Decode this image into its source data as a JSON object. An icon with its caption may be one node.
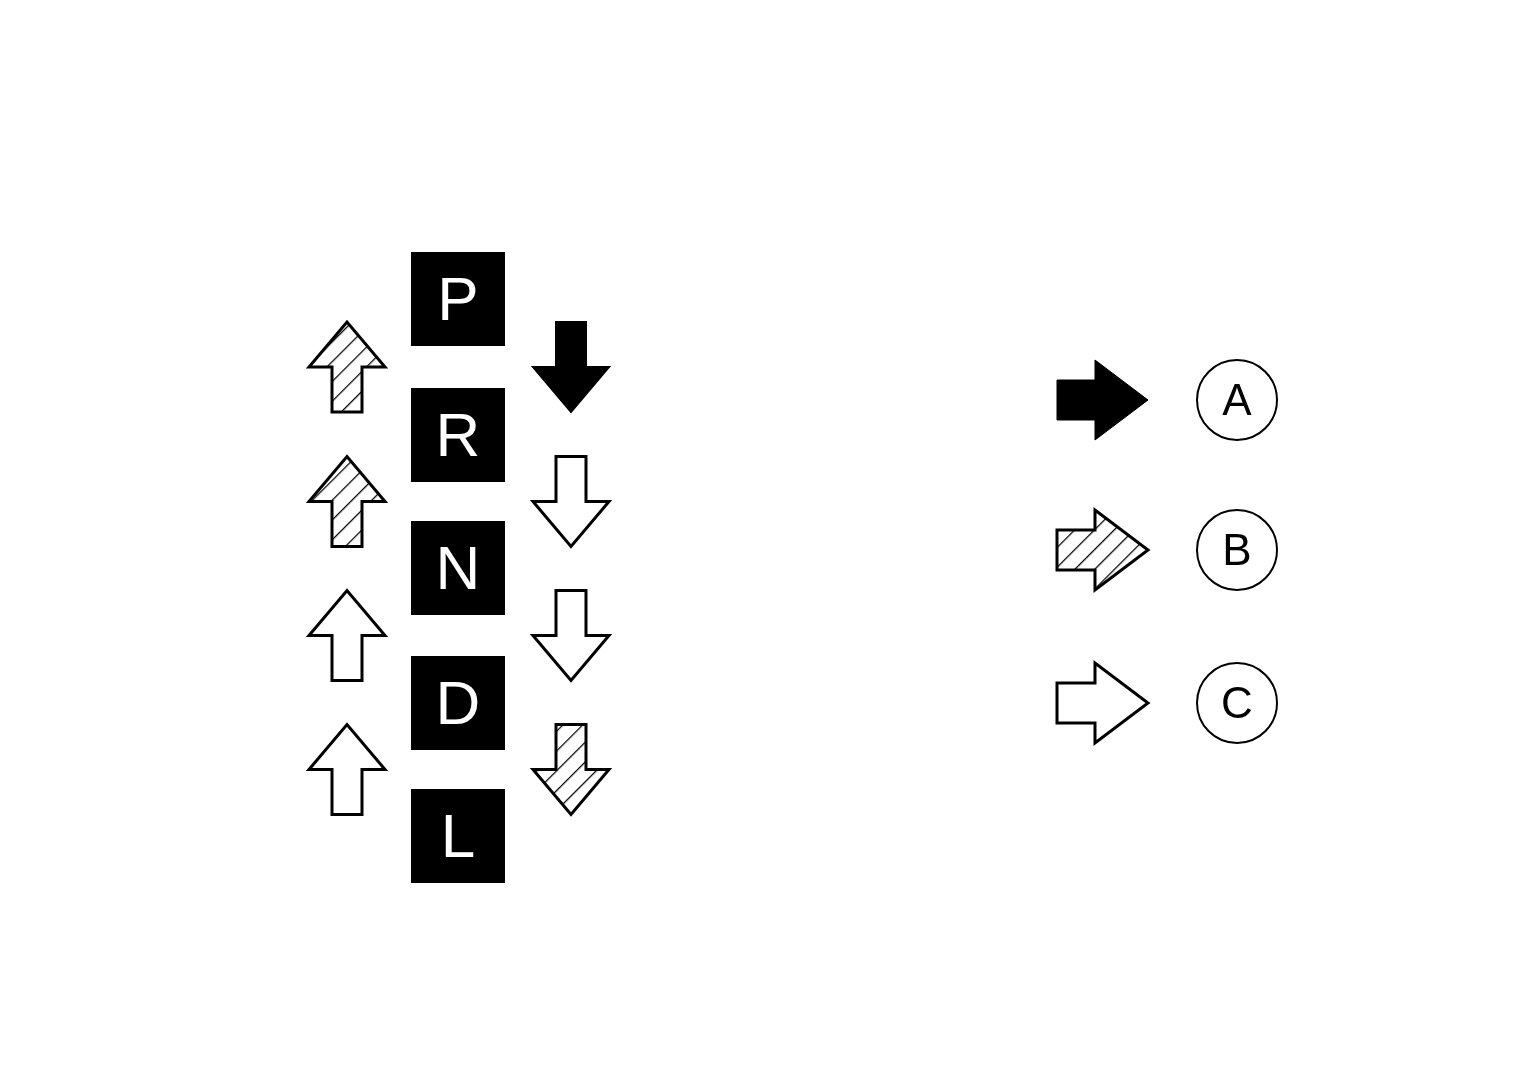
{
  "diagram": {
    "nodes": [
      {
        "text": [
          "P"
        ]
      },
      {
        "text": [
          "R"
        ]
      },
      {
        "text": [
          "N"
        ]
      },
      {
        "text": [
          "D"
        ]
      },
      {
        "text": [
          "L"
        ]
      }
    ],
    "edges": [
      {
        "from": 1,
        "to": 0,
        "arrow": "to",
        "color": "#7f7f7f"
      },
      {
        "from": 2,
        "to": 1,
        "arrow": "to",
        "color": "#7f7f7f"
      },
      {
        "from": 3,
        "to": 2,
        "arrow": "to"
      },
      {
        "from": 4,
        "to": 3,
        "arrow": "to"
      },
      {
        "from": 0,
        "to": 1,
        "arrow": "to",
        "style": "thick"
      },
      {
        "from": 1,
        "to": 2,
        "arrow": "to"
      },
      {
        "from": 2,
        "to": 3,
        "arrow": "to"
      },
      {
        "from": 3,
        "to": 4,
        "arrow": "to",
        "color": "#7f7f7f"
      }
    ],
    "legend": [
      {
        "text": "A"
      },
      {
        "text": "B"
      },
      {
        "text": "C"
      }
    ]
  }
}
